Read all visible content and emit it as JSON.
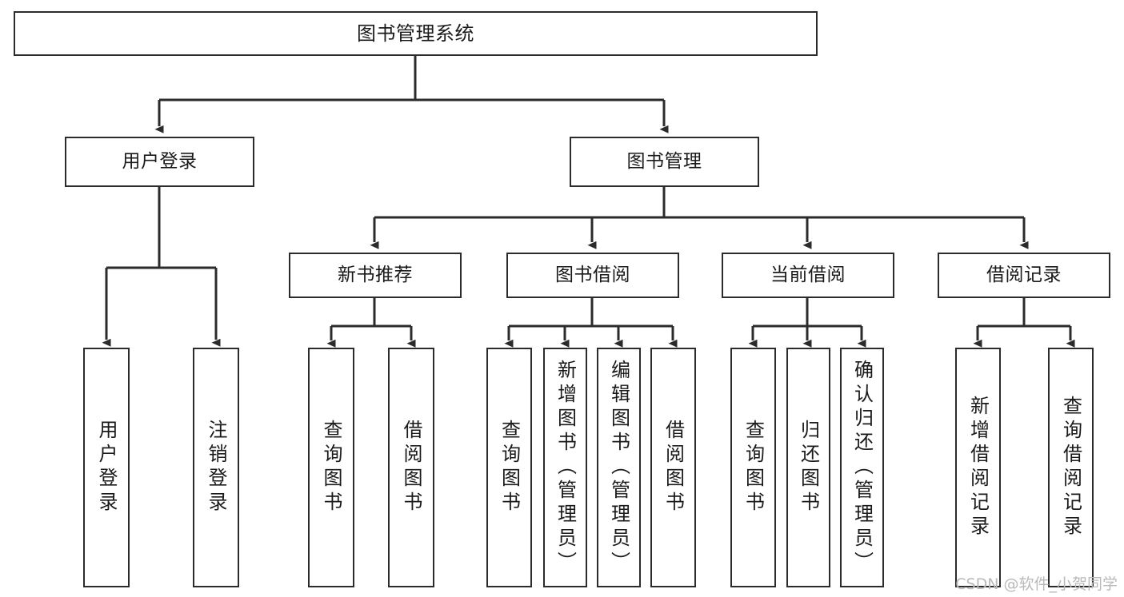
{
  "diagram": {
    "type": "tree",
    "title": "图书管理系统",
    "watermark": "CSDN @软件_小贺同学",
    "stroke_color": "#2b2b2b",
    "fill_color": "#ffffff",
    "text_color": "#1a1a1a",
    "watermark_color": "#b9b9b9",
    "levels": {
      "level1": [
        "图书管理系统"
      ],
      "level2": [
        "用户登录",
        "图书管理"
      ],
      "level3": [
        "新书推荐",
        "图书借阅",
        "当前借阅",
        "借阅记录"
      ],
      "level4": [
        "用户登录",
        "注销登录",
        "查询图书",
        "借阅图书",
        "查询图书",
        "新增图书（管理员）",
        "编辑图书（管理员）",
        "借阅图书",
        "查询图书",
        "归还图书",
        "确认归还（管理员）",
        "新增借阅记录",
        "查询借阅记录"
      ]
    },
    "nodes": {
      "root": {
        "label": "图书管理系统"
      },
      "user_login": {
        "label": "用户登录"
      },
      "book_mgmt": {
        "label": "图书管理"
      },
      "new_book_rec": {
        "label": "新书推荐"
      },
      "book_borrow": {
        "label": "图书借阅"
      },
      "current_borrow": {
        "label": "当前借阅"
      },
      "borrow_record": {
        "label": "借阅记录"
      },
      "leaf_user_login": {
        "label": "用户登录"
      },
      "leaf_logout": {
        "label": "注销登录"
      },
      "leaf_query_book_1": {
        "label": "查询图书"
      },
      "leaf_borrow_book_1": {
        "label": "借阅图书"
      },
      "leaf_query_book_2": {
        "label": "查询图书"
      },
      "leaf_add_book_admin": {
        "label": "新增图书（管理员）"
      },
      "leaf_edit_book_admin": {
        "label": "编辑图书（管理员）"
      },
      "leaf_borrow_book_2": {
        "label": "借阅图书"
      },
      "leaf_query_book_3": {
        "label": "查询图书"
      },
      "leaf_return_book": {
        "label": "归还图书"
      },
      "leaf_confirm_return_admin": {
        "label": "确认归还（管理员）"
      },
      "leaf_add_borrow_record": {
        "label": "新增借阅记录"
      },
      "leaf_query_borrow_record": {
        "label": "查询借阅记录"
      }
    },
    "edges": [
      {
        "from": "图书管理系统",
        "to": "用户登录"
      },
      {
        "from": "图书管理系统",
        "to": "图书管理"
      },
      {
        "from": "用户登录",
        "to": "用户登录"
      },
      {
        "from": "用户登录",
        "to": "注销登录"
      },
      {
        "from": "图书管理",
        "to": "新书推荐"
      },
      {
        "from": "图书管理",
        "to": "图书借阅"
      },
      {
        "from": "图书管理",
        "to": "当前借阅"
      },
      {
        "from": "图书管理",
        "to": "借阅记录"
      },
      {
        "from": "新书推荐",
        "to": "查询图书"
      },
      {
        "from": "新书推荐",
        "to": "借阅图书"
      },
      {
        "from": "图书借阅",
        "to": "查询图书"
      },
      {
        "from": "图书借阅",
        "to": "新增图书（管理员）"
      },
      {
        "from": "图书借阅",
        "to": "编辑图书（管理员）"
      },
      {
        "from": "图书借阅",
        "to": "借阅图书"
      },
      {
        "from": "当前借阅",
        "to": "查询图书"
      },
      {
        "from": "当前借阅",
        "to": "归还图书"
      },
      {
        "from": "当前借阅",
        "to": "确认归还（管理员）"
      },
      {
        "from": "借阅记录",
        "to": "新增借阅记录"
      },
      {
        "from": "借阅记录",
        "to": "查询借阅记录"
      }
    ]
  }
}
